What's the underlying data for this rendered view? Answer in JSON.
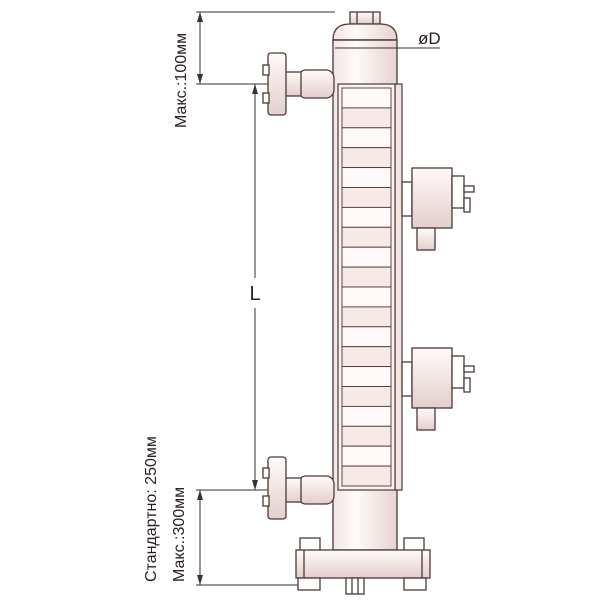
{
  "labels": {
    "diameter": "øD",
    "length": "L",
    "top_max": "Макс.:100мм",
    "bottom_standard": "Стандартно: 250мм",
    "bottom_max": "Макс.:300мм"
  },
  "colors": {
    "line": "#4a3a3a",
    "fill_light": "#fdf6f4",
    "fill_shade": "#e8d6d2",
    "dim": "#3a3030"
  },
  "scale": {
    "segments": 20
  }
}
